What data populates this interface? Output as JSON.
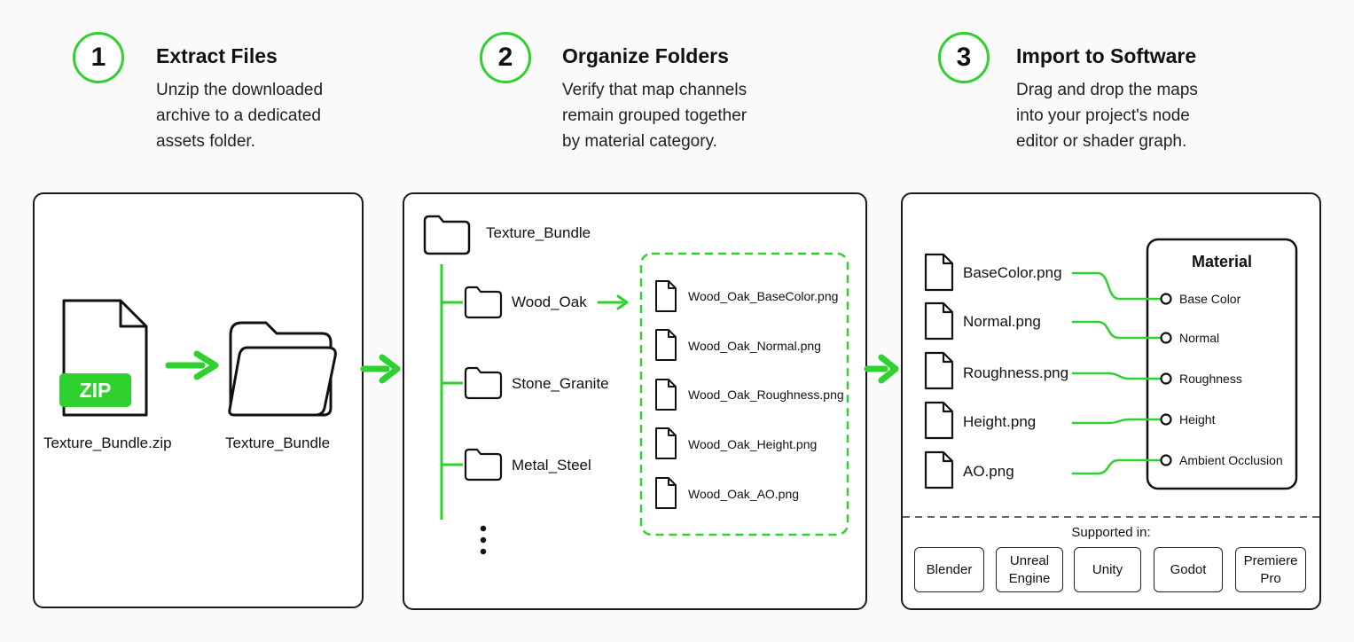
{
  "accent_color": "#2ed12e",
  "steps": [
    {
      "number": "1",
      "title": "Extract Files",
      "description": "Unzip the downloaded\narchive to a dedicated\nassets folder."
    },
    {
      "number": "2",
      "title": "Organize Folders",
      "description": "Verify that map channels\nremain grouped together\nby material category."
    },
    {
      "number": "3",
      "title": "Import to Software",
      "description": "Drag and drop the maps\ninto your project's node\neditor or shader graph."
    }
  ],
  "extract": {
    "zip_badge": "ZIP",
    "zip_file": "Texture_Bundle.zip",
    "folder": "Texture_Bundle"
  },
  "organize": {
    "root": "Texture_Bundle",
    "folders": [
      "Wood_Oak",
      "Stone_Granite",
      "Metal_Steel"
    ],
    "files": [
      "Wood_Oak_BaseColor.png",
      "Wood_Oak_Normal.png",
      "Wood_Oak_Roughness.png",
      "Wood_Oak_Height.png",
      "Wood_Oak_AO.png"
    ]
  },
  "import": {
    "files": [
      "BaseColor.png",
      "Normal.png",
      "Roughness.png",
      "Height.png",
      "AO.png"
    ],
    "node_title": "Material",
    "inputs": [
      "Base Color",
      "Normal",
      "Roughness",
      "Height",
      "Ambient Occlusion"
    ],
    "supported_label": "Supported in:",
    "software": [
      "Blender",
      "Unreal\nEngine",
      "Unity",
      "Godot",
      "Premiere\nPro"
    ]
  }
}
